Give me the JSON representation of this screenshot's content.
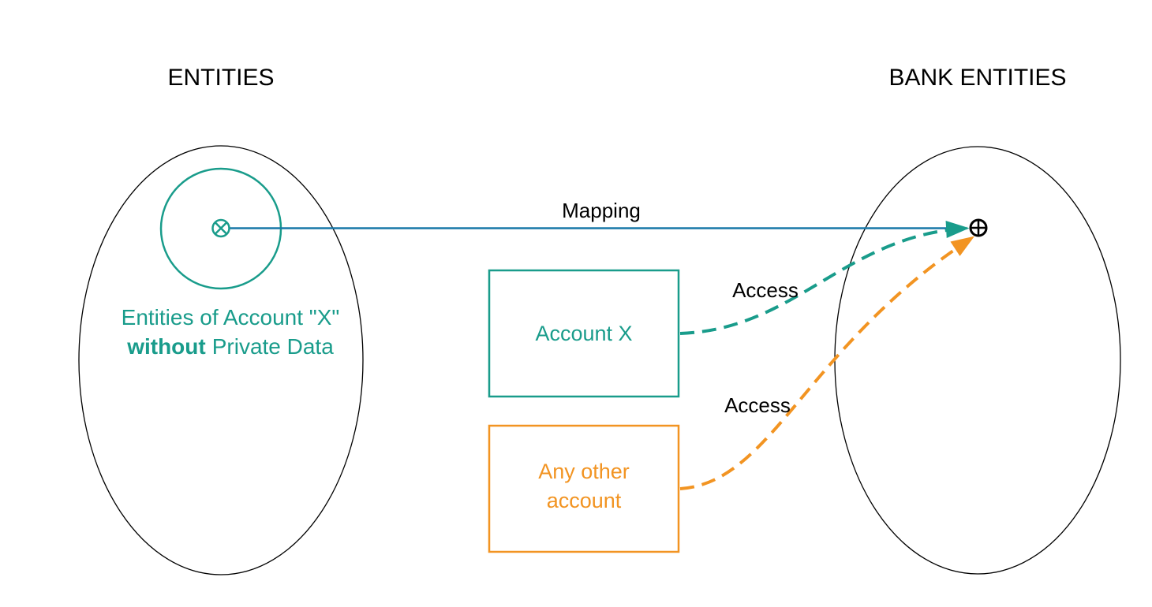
{
  "colors": {
    "teal": "#199C8B",
    "blue": "#1878A8",
    "orange": "#F29422",
    "outline": "#000000",
    "text": "#000000"
  },
  "left_set": {
    "title": "ENTITIES",
    "annotation": {
      "line1": "Entities of Account \"X\"",
      "line2_bold": "without",
      "line2_rest": "Private Data"
    }
  },
  "right_set": {
    "title": "BANK ENTITIES"
  },
  "boxes": {
    "account_x": {
      "label": "Account X"
    },
    "other_account": {
      "line1": "Any other",
      "line2": "account"
    }
  },
  "edges": {
    "mapping": {
      "label": "Mapping"
    },
    "access_account_x": {
      "label": "Access"
    },
    "access_other": {
      "label": "Access"
    }
  }
}
